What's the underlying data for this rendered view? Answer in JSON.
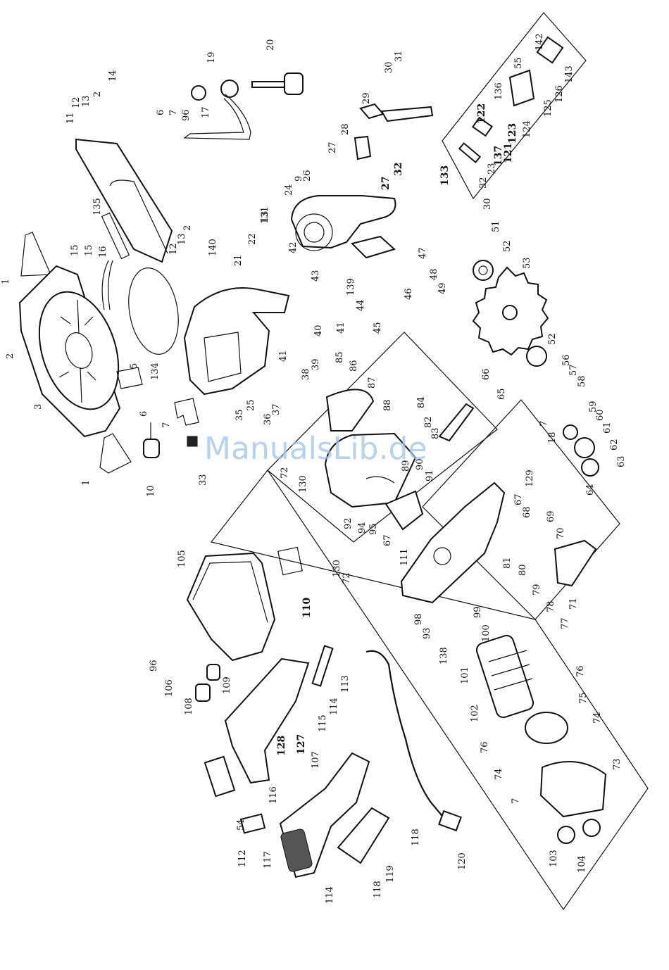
{
  "watermark": "ManualsLib.de",
  "labels": {
    "l1a": "1",
    "l1b": "1",
    "l2a": "2",
    "l2b": "2",
    "l2c": "2",
    "l3": "3",
    "l5": "5",
    "l6a": "6",
    "l6b": "6",
    "l7a": "7",
    "l7b": "7",
    "l7c": "7",
    "l7d": "7",
    "l9": "9",
    "l10": "10",
    "l11": "11",
    "l12a": "12",
    "l12b": "12",
    "l13a": "13",
    "l13b": "13",
    "l13c": "13",
    "l14": "14",
    "l15a": "15",
    "l15b": "15",
    "l16": "16",
    "l17": "17",
    "l18": "18",
    "l19": "19",
    "l20": "20",
    "l21": "21",
    "l22": "22",
    "l23": "23",
    "l24": "24",
    "l25": "25",
    "l26": "26",
    "l27a": "27",
    "l27b": "27",
    "l28": "28",
    "l29": "29",
    "l30a": "30",
    "l30b": "30",
    "l31": "31",
    "l32a": "32",
    "l32b": "32",
    "l33": "33",
    "l35": "35",
    "l36": "36",
    "l37": "37",
    "l38": "38",
    "l39": "39",
    "l40": "40",
    "l41a": "41",
    "l41b": "41",
    "l42": "42",
    "l43": "43",
    "l44": "44",
    "l45": "45",
    "l46": "46",
    "l47": "47",
    "l48": "48",
    "l49": "49",
    "l51": "51",
    "l52a": "52",
    "l52b": "52",
    "l53": "53",
    "l54": "54",
    "l55": "55",
    "l56": "56",
    "l57": "57",
    "l58": "58",
    "l59": "59",
    "l60": "60",
    "l61": "61",
    "l62": "62",
    "l63": "63",
    "l64": "64",
    "l65": "65",
    "l66": "66",
    "l67a": "67",
    "l67b": "67",
    "l68": "68",
    "l69": "69",
    "l70": "70",
    "l71": "71",
    "l72a": "72",
    "l72b": "72",
    "l73": "73",
    "l74a": "74",
    "l74b": "74",
    "l75": "75",
    "l76a": "76",
    "l76b": "76",
    "l77": "77",
    "l78": "78",
    "l79": "79",
    "l80": "80",
    "l81": "81",
    "l82": "82",
    "l83": "83",
    "l84": "84",
    "l85": "85",
    "l86": "86",
    "l87": "87",
    "l88": "88",
    "l89": "89",
    "l90": "90",
    "l91": "91",
    "l92": "92",
    "l93": "93",
    "l94": "94",
    "l95": "95",
    "l96a": "96",
    "l96b": "96",
    "l98": "98",
    "l99": "99",
    "l100": "100",
    "l101": "101",
    "l102": "102",
    "l103": "103",
    "l104": "104",
    "l105": "105",
    "l106": "106",
    "l107": "107",
    "l108": "108",
    "l109": "109",
    "l110": "110",
    "l111": "111",
    "l112": "112",
    "l113": "113",
    "l114a": "114",
    "l114b": "114",
    "l115": "115",
    "l116": "116",
    "l117": "117",
    "l118a": "118",
    "l118b": "118",
    "l119": "119",
    "l120": "120",
    "l121": "121",
    "l122": "122",
    "l123": "123",
    "l124": "124",
    "l125": "125",
    "l126": "126",
    "l127": "127",
    "l128": "128",
    "l129": "129",
    "l130a": "130",
    "l130b": "130",
    "l131": "131",
    "l133": "133",
    "l134": "134",
    "l135": "135",
    "l136": "136",
    "l137": "137",
    "l138": "138",
    "l139": "139",
    "l140": "140",
    "l142": "142",
    "l143": "143"
  }
}
